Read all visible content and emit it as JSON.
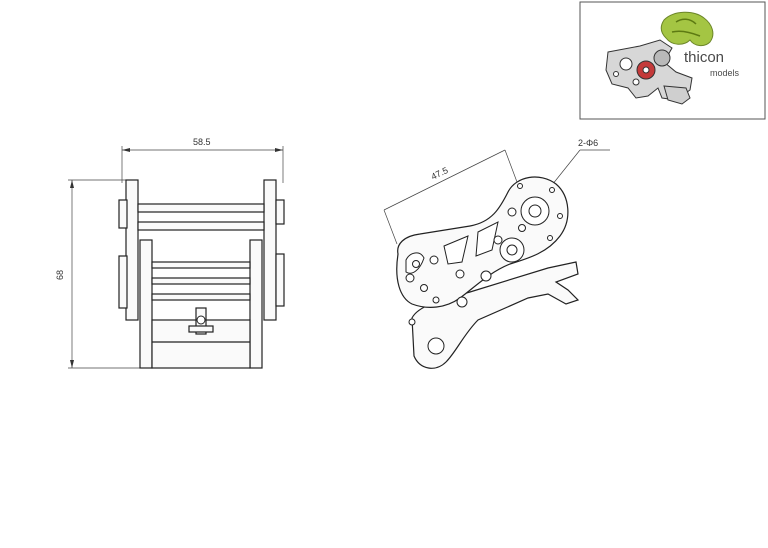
{
  "logo": {
    "brand": "thicon",
    "sub": "models"
  },
  "dimensions": {
    "width": "58.5",
    "height": "68",
    "pitch": "47.5",
    "holes": "2-Φ6"
  }
}
